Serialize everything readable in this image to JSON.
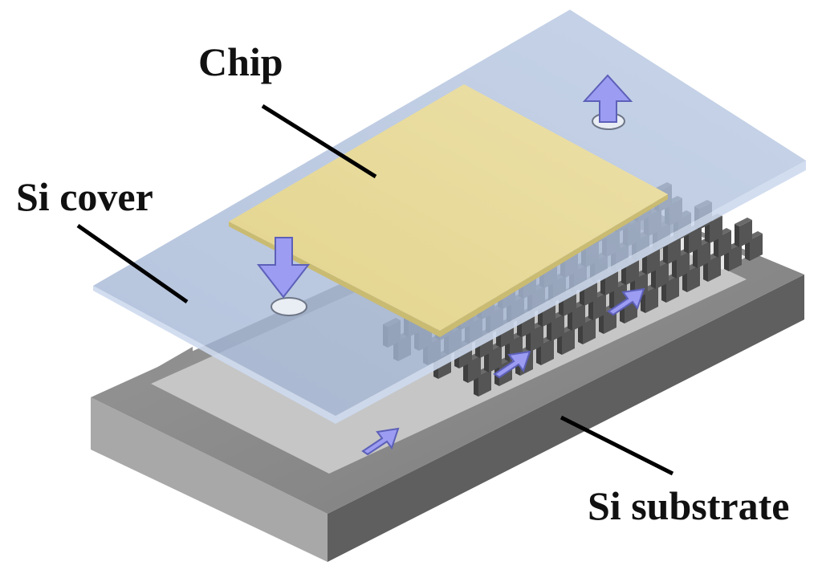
{
  "labels": {
    "chip": "Chip",
    "si_cover": "Si cover",
    "si_substrate": "Si substrate"
  },
  "colors": {
    "cover_fill": "#a9bbd8",
    "chip_fill": "#e7d99a",
    "substrate_top": "#8d8d8d",
    "substrate_front": "#a2a2a2",
    "substrate_side": "#5e5e5e",
    "channel_floor": "#c2c2c2",
    "pillar": "#4d4d4d",
    "flow_arrow": "#9b9cf2",
    "leader_line": "#000000"
  },
  "icons": [
    "flow-arrow-in-icon",
    "flow-arrow-out-icon",
    "flow-arrow-channel-icon"
  ]
}
